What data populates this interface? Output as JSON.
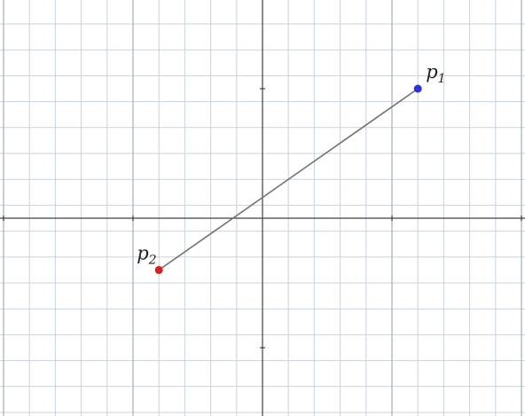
{
  "grid": {
    "x_range": [
      -10,
      10
    ],
    "y_range": [
      -7.5,
      8.5
    ],
    "minor_step": 1,
    "major_step": 5,
    "colors": {
      "minor": "#c9d3de",
      "major": "#a8b4c0",
      "axis": "#404040"
    }
  },
  "points": [
    {
      "id": "p1",
      "letter": "p",
      "subscript": "1",
      "x": 6,
      "y": 5,
      "color": "#2b35d6"
    },
    {
      "id": "p2",
      "letter": "p",
      "subscript": "2",
      "x": -4,
      "y": -2,
      "color": "#d42020"
    }
  ],
  "segment": {
    "from": "p1",
    "to": "p2",
    "color": "#707070"
  }
}
